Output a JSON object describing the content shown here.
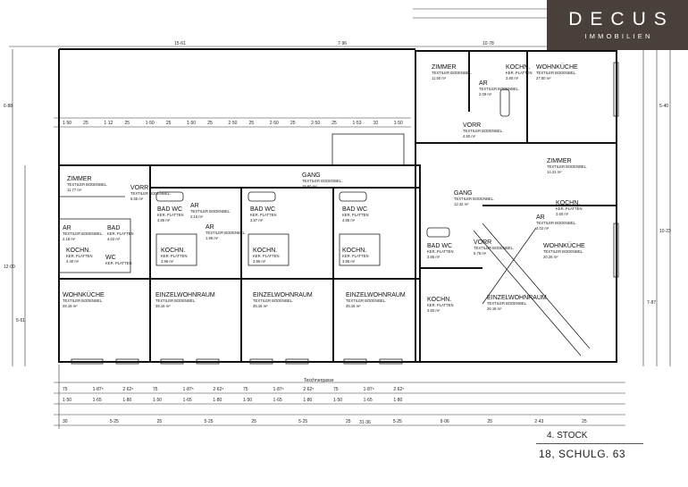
{
  "logo": {
    "brand": "DECUS",
    "subtitle": "IMMOBILIEN",
    "bg_color": "#4a403b"
  },
  "title": {
    "floor": "4. STOCK",
    "address": "18, SCHULG. 63"
  },
  "street": "Teschnergasse",
  "floor_label": "TEXTILER BODENBEL.",
  "tile_label": "KER. PLATTEN",
  "rooms": [
    {
      "name": "ZIMMER",
      "area": "11.77 m²"
    },
    {
      "name": "VORR",
      "area": "6.55 m²"
    },
    {
      "name": "AR",
      "area": "2.18 m²"
    },
    {
      "name": "BAD",
      "area": "4.02 m²"
    },
    {
      "name": "KOCHN.",
      "area": "4.40 m²"
    },
    {
      "name": "WC",
      "area": ""
    },
    {
      "name": "WOHNKÜCHE",
      "area": "28.18 m²"
    },
    {
      "name": "EINZELWOHNRAUM",
      "area": "35.16 m²"
    },
    {
      "name": "EINZELWOHNRAUM",
      "area": "35.16 m²"
    },
    {
      "name": "EINZELWOHNRAUM",
      "area": "35.16 m²"
    },
    {
      "name": "BAD WC",
      "area": "4.85 m²"
    },
    {
      "name": "BAD WC",
      "area": "3.87 m²"
    },
    {
      "name": "BAD WC",
      "area": "4.85 m²"
    },
    {
      "name": "KOCHN.",
      "area": "3.96 m²"
    },
    {
      "name": "KOCHN.",
      "area": "3.96 m²"
    },
    {
      "name": "KOCHN.",
      "area": "3.96 m²"
    },
    {
      "name": "GANG",
      "area": "19.60 m²"
    },
    {
      "name": "AR",
      "area": "2.15 m²"
    },
    {
      "name": "AR",
      "area": "1.95 m²"
    },
    {
      "name": "ZIMMER",
      "area": "11.50 m²"
    },
    {
      "name": "AR",
      "area": "2.09 m²"
    },
    {
      "name": "KOCHN.",
      "area": "3.80 m²"
    },
    {
      "name": "WOHNKÜCHE",
      "area": "27.50 m²"
    },
    {
      "name": "VORR",
      "area": "4.50 m²"
    },
    {
      "name": "ZIMMER",
      "area": "14.21 m²"
    },
    {
      "name": "GANG",
      "area": "12.42 m²"
    },
    {
      "name": "AR",
      "area": "2.02 m²"
    },
    {
      "name": "KOCHN.",
      "area": "2.60 m²"
    },
    {
      "name": "WOHNKÜCHE",
      "area": "20.25 m²"
    },
    {
      "name": "EINZELWOHNRAUM",
      "area": "26.18 m²"
    },
    {
      "name": "BAD WC",
      "area": "3.85 m²"
    },
    {
      "name": "VORR",
      "area": "5.78 m²"
    },
    {
      "name": "KOCHN.",
      "area": "3.50 m²"
    }
  ],
  "dimensions": {
    "top": [
      "15·61",
      "7·96",
      "10·78"
    ],
    "top_row": [
      "1·50",
      "25",
      "1·12",
      "25",
      "1·50",
      "25",
      "1·50",
      "25",
      "2·50",
      "25",
      "2·50",
      "25",
      "2·50",
      "25",
      "1·53",
      "10",
      "1·50"
    ],
    "bottom_row1": [
      "75",
      "1·87⁵",
      "2·62⁵",
      "75",
      "1·87⁵",
      "2·62⁵",
      "75",
      "1·87⁵",
      "2·62⁵",
      "75",
      "1·87⁵",
      "2·62⁵"
    ],
    "bottom_row2": [
      "1·50",
      "1·65",
      "1·80",
      "1·50",
      "1·65",
      "1·80",
      "1·50",
      "1·65",
      "1·80",
      "1·50",
      "1·65",
      "1·80"
    ],
    "bottom_row3": [
      "30",
      "5·25",
      "25",
      "5·25",
      "25",
      "5·25",
      "25",
      "5·25",
      "9·06",
      "25",
      "2·43",
      "25"
    ],
    "total": "31·36",
    "left": [
      "6·88",
      "12·00",
      "5·61"
    ],
    "right": [
      "5·40",
      "10·23",
      "7·87"
    ]
  }
}
